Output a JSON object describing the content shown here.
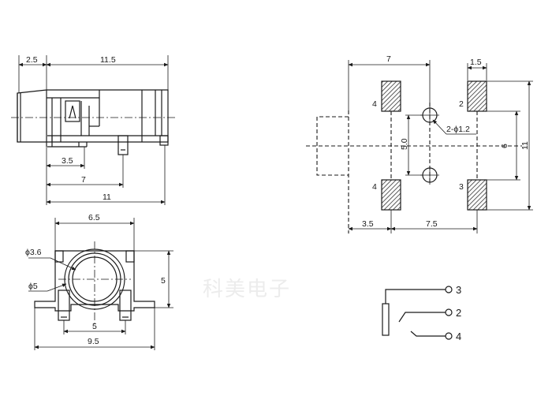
{
  "side_view": {
    "dim_top_left": "2.5",
    "dim_top_main": "11.5",
    "dim_pin1": "3.5",
    "dim_pin2": "7",
    "dim_overall": "11"
  },
  "front_view": {
    "dim_width_top": "6.5",
    "dim_inner_dia": "ϕ3.6",
    "dim_outer_dia": "ϕ5",
    "dim_height": "5",
    "dim_pin_spacing": "5",
    "dim_overall_width": "9.5"
  },
  "footprint": {
    "dim_top_width": "7",
    "dim_pad_width": "1.5",
    "dim_hole": "2-ϕ1.2",
    "dim_hole_spacing": "5.0",
    "dim_pad_spacing": "6",
    "dim_overall_height": "11",
    "dim_left": "3.5",
    "dim_right": "7.5",
    "pad_labels": [
      "4",
      "2",
      "4",
      "3"
    ]
  },
  "schematic": {
    "pins": [
      "3",
      "2",
      "4"
    ]
  },
  "watermark": "科美电子"
}
